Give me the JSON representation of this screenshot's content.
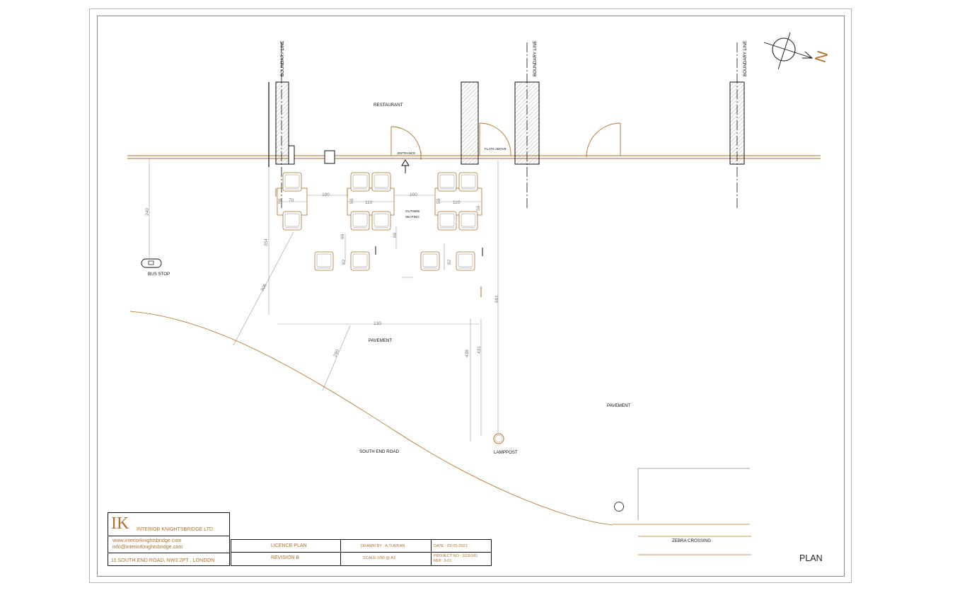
{
  "labels": {
    "restaurant": "RESTAURANT",
    "entrance": "ENTRANCE",
    "flats_above": "FLATS ABOVE",
    "outside_seating_1": "OUTSIDE",
    "outside_seating_2": "SEATING",
    "bus_stop": "BUS STOP",
    "pavement_1": "PAVEMENT",
    "pavement_2": "PAVEMENT",
    "south_end_road": "SOUTH END ROAD",
    "lamppost": "LAMPPOST",
    "zebra_crossing": "ZEBRA CROSSING",
    "plan": "PLAN",
    "boundary_line": "BOUNDARY LINE",
    "north": "N"
  },
  "dimensions": {
    "d240": "240",
    "d100a": "100",
    "d100b": "100",
    "d70": "70",
    "d110a": "110",
    "d110b": "110",
    "d354": "354",
    "d306": "306",
    "d290": "290",
    "d130": "130",
    "d438": "438",
    "d431": "431",
    "d661": "661",
    "d66": "66",
    "d60": "60",
    "d82a": "82",
    "d82b": "82",
    "d50a": "50",
    "d50b": "50",
    "d50c": "50",
    "d50d": "50"
  },
  "title_block": {
    "logo": "IK",
    "company": "INTERIOR KNIGHTSBRIDGE LTD.",
    "website": "www.interiorknightsbridge.com",
    "email": "info@interiorknightsbridge.com",
    "address": "11 SOUTH END ROAD, NW3 2PT , LONDON",
    "drawing_title": "LICENCE PLAN",
    "revision": "REVISION B",
    "drawn_by": "DRAWN BY : A.TURKAN",
    "scale": "SCALE:1/50 @ A3",
    "date": "DATE : 03-05-2021",
    "project_no": "PROJECT NO : 2/15/181",
    "ref": "REF: 3-01"
  },
  "colors": {
    "accent": "#b0702a",
    "line": "#111111",
    "dimension": "#9a9a9a"
  }
}
